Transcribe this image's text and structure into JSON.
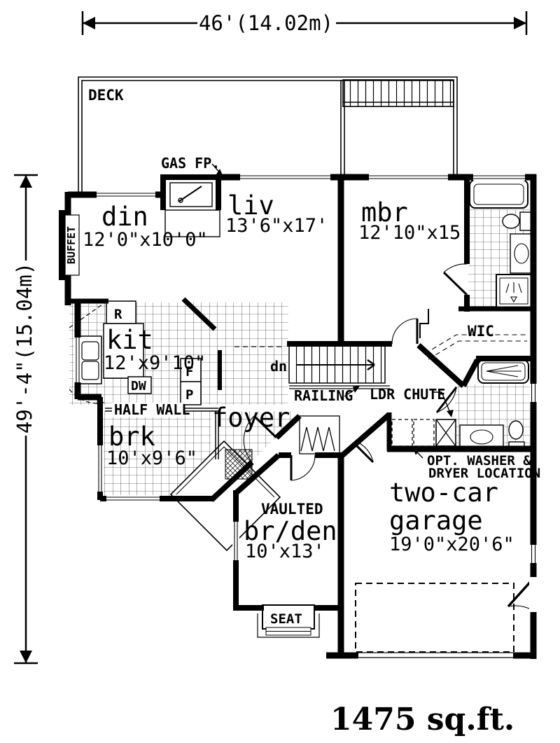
{
  "plan": {
    "title_area": "1475 sq.ft.",
    "dimensions": {
      "width": "46'(14.02m)",
      "height": "49'-4\"(15.04m)"
    },
    "rooms": {
      "deck": {
        "label": "DECK"
      },
      "dining": {
        "label": "din",
        "size": "12'0\"x10'0\""
      },
      "living": {
        "label": "liv",
        "size": "13'6\"x17'"
      },
      "master_bedroom": {
        "label": "mbr",
        "size": "12'10\"x15'"
      },
      "kitchen": {
        "label": "kit",
        "size": "12'x9'10\""
      },
      "breakfast": {
        "label": "brk",
        "size": "10'x9'6\""
      },
      "foyer": {
        "label": "foyer"
      },
      "bedroom_den": {
        "note": "VAULTED",
        "label": "br/den",
        "size": "10'x13'"
      },
      "garage": {
        "label_line1": "two-car",
        "label_line2": "garage",
        "size": "19'0\"x20'6\""
      },
      "walk_in_closet": {
        "label": "WIC"
      }
    },
    "annotations": {
      "gas_fireplace": "GAS FP.",
      "buffet": "BUFFET",
      "half_wall": "HALF WALL",
      "stairs_down": "dn",
      "railing": "RAILING",
      "laundry_chute": "LDR CHUTE",
      "washer_dryer_line1": "OPT. WASHER &",
      "washer_dryer_line2": "DRYER LOCATION",
      "window_seat": "SEAT",
      "fridge": "R",
      "dishwasher": "DW",
      "freezer": "F",
      "pantry": "P"
    },
    "colors": {
      "ink": "#000000",
      "paper": "#ffffff"
    }
  }
}
